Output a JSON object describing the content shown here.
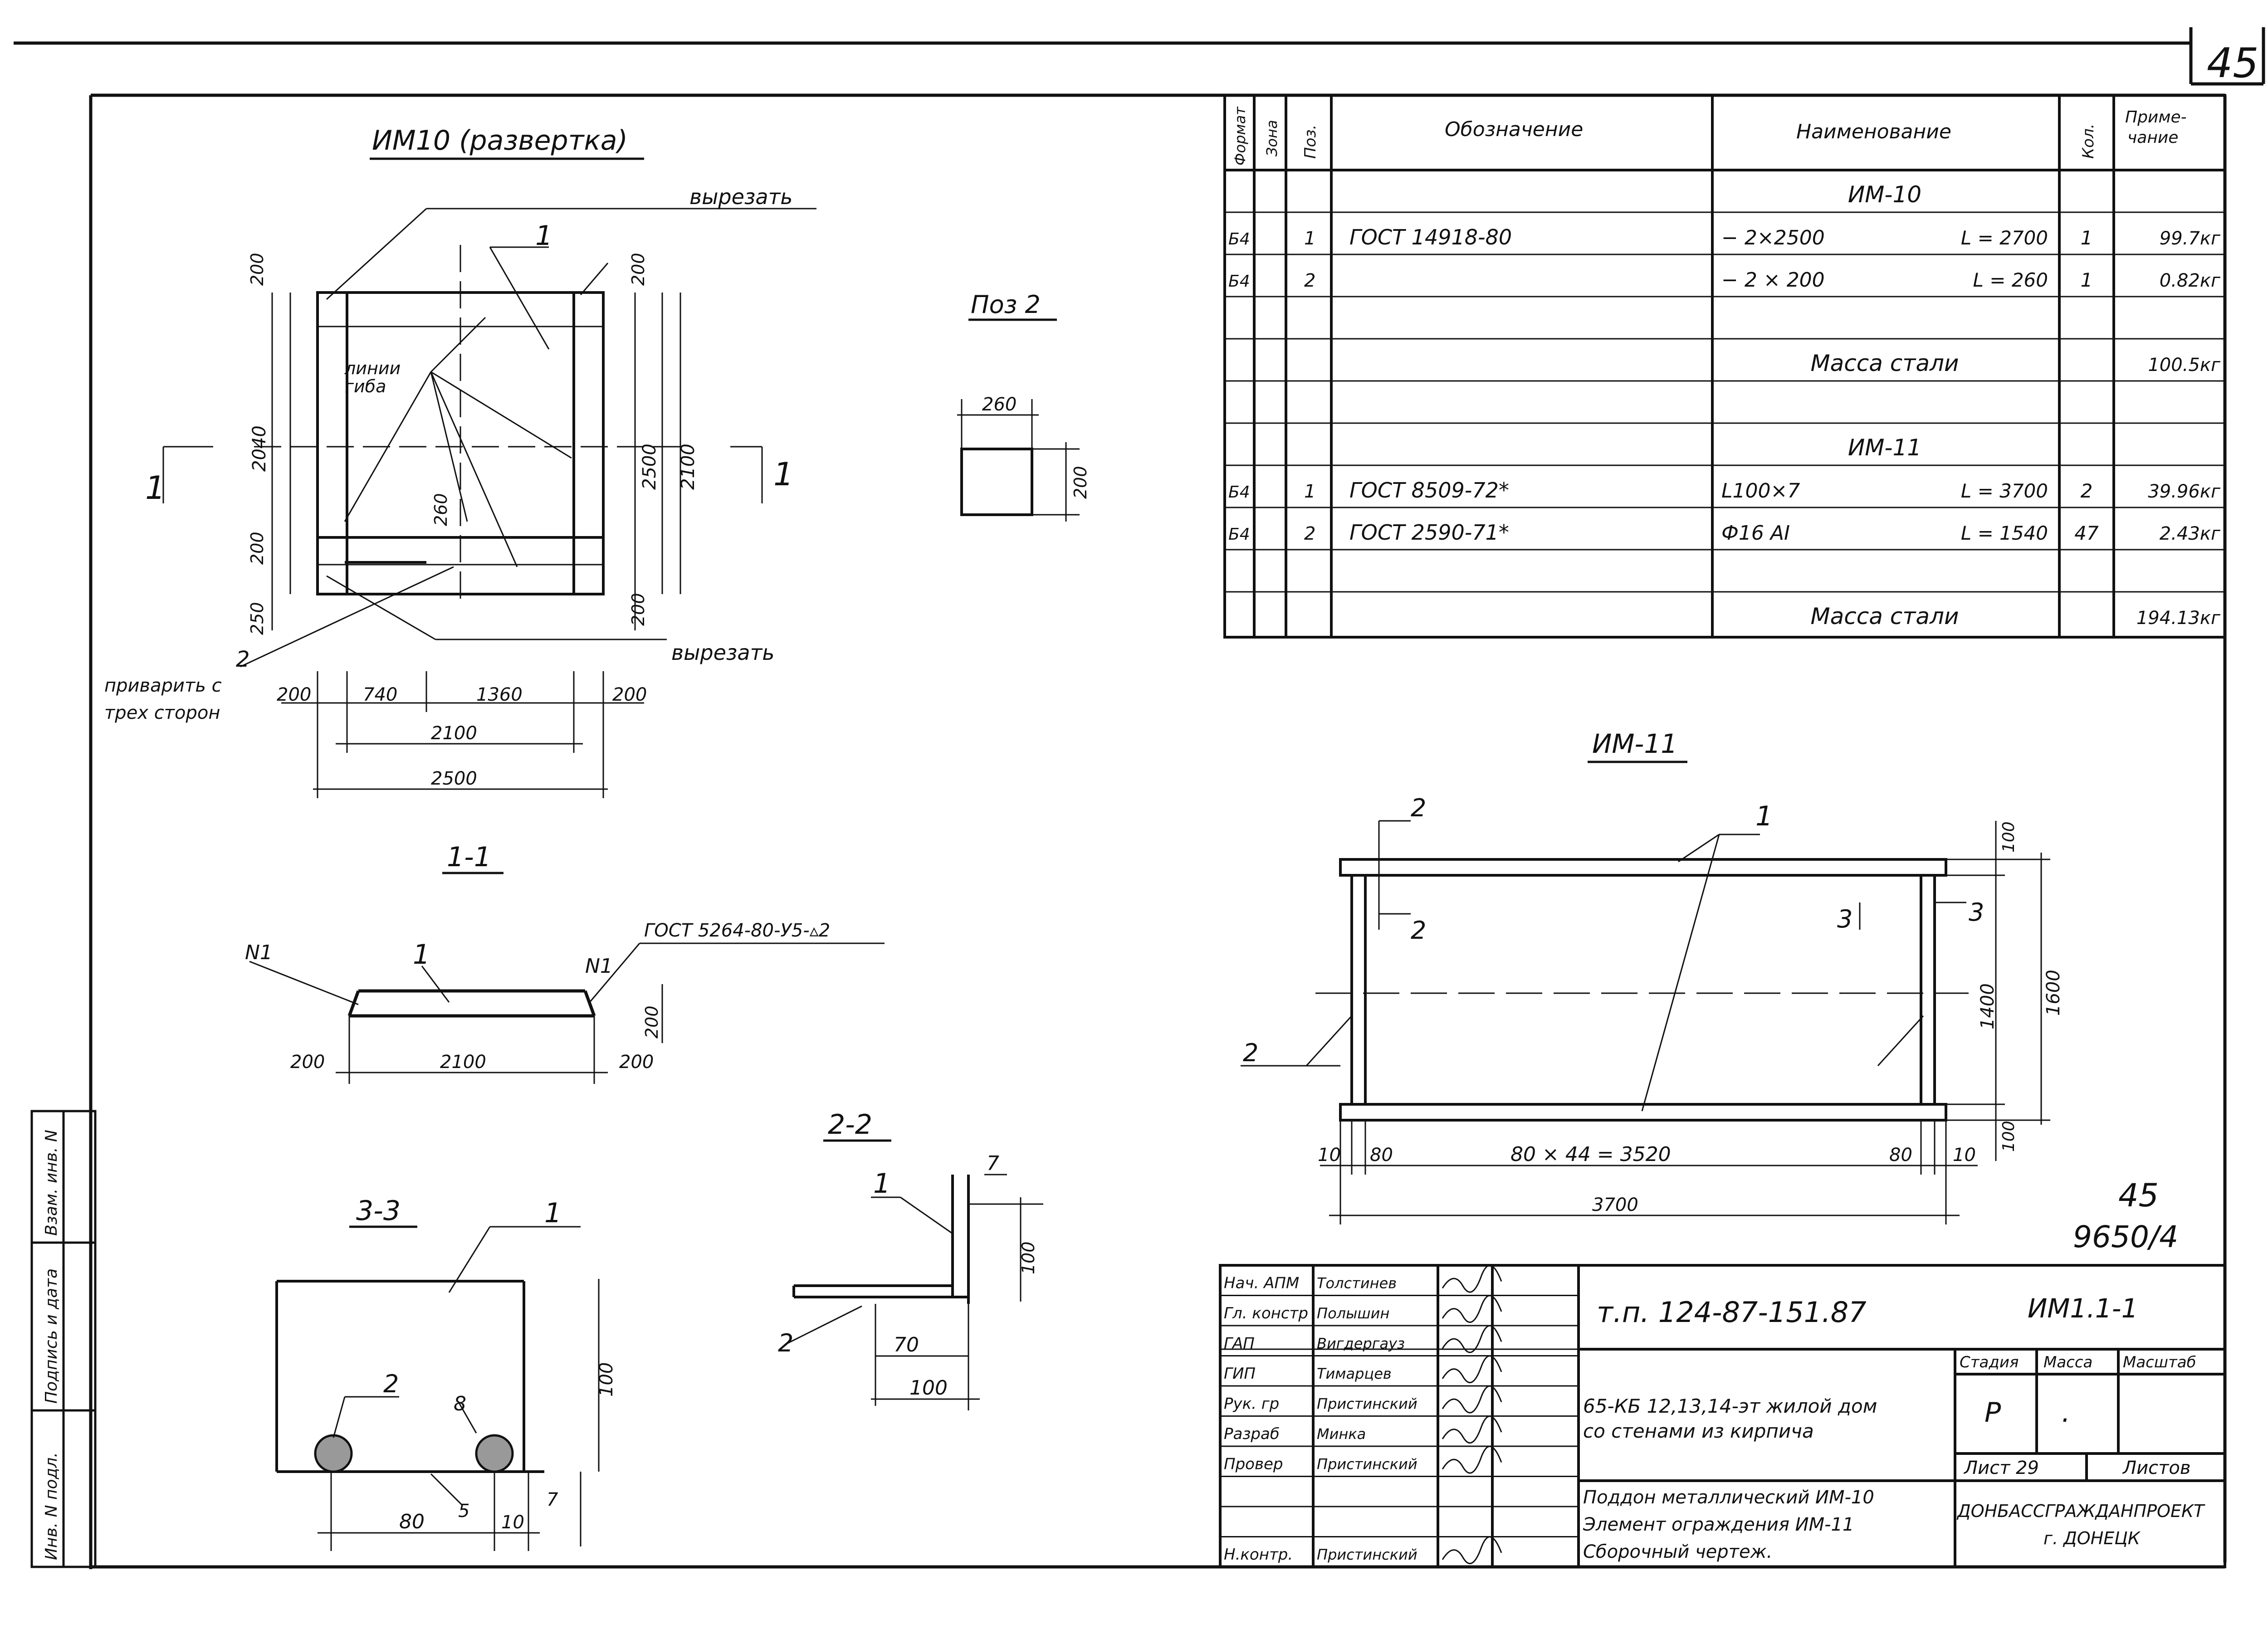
{
  "sheet": {
    "corner_number": "45",
    "stamp_number": "45",
    "stamp_code": "9650/4"
  },
  "im10": {
    "title": "ИМ10 (развертка)",
    "cut_top": "вырезать",
    "cut_bottom": "вырезать",
    "bend_lines": "линии\nгиба",
    "weld_note_1": "приварить с",
    "weld_note_2": "трех сторон",
    "dims_h": [
      "200",
      "740",
      "1360",
      "200",
      "2100",
      "2500"
    ],
    "dims_v_left": [
      "200",
      "2040",
      "200",
      "250"
    ],
    "dims_v_right": [
      "200",
      "2500",
      "2100",
      "200"
    ],
    "dim_260": "260",
    "pos1": "1",
    "pos2": "2",
    "section_mark": "1"
  },
  "pos2_view": {
    "title": "Поз 2",
    "width": "260",
    "height": "200"
  },
  "section_1_1": {
    "title": "1-1",
    "gost": "ГОСТ 5264-80-У5-▵2",
    "n1_left": "N1",
    "n1_right": "N1",
    "pos": "1",
    "dims": [
      "200",
      "2100",
      "200",
      "200"
    ]
  },
  "section_2_2": {
    "title": "2-2",
    "pos1": "1",
    "pos2": "2",
    "dims": [
      "7",
      "100",
      "70",
      "100"
    ]
  },
  "section_3_3": {
    "title": "3-3",
    "pos1": "1",
    "pos2": "2",
    "dims": [
      "8",
      "100",
      "80",
      "10",
      "5",
      "7"
    ]
  },
  "im11_view": {
    "title": "ИМ-11",
    "pos1": "1",
    "pos2": "2",
    "sec2": "2",
    "sec3": "3",
    "dims": [
      "10",
      "80",
      "80 × 44 = 3520",
      "80",
      "10",
      "3700",
      "100",
      "1400",
      "1600",
      "100"
    ]
  },
  "spec": {
    "headers": {
      "format": "Формат",
      "zone": "Зона",
      "pos": "Поз.",
      "designation": "Обозначение",
      "name": "Наименование",
      "qty": "Кол.",
      "note": "Приме-\nчание"
    },
    "rows": [
      {
        "format": "",
        "pos": "",
        "designation": "",
        "name": "ИМ-10",
        "len": "",
        "qty": "",
        "note": "",
        "kind": "group"
      },
      {
        "format": "Б4",
        "pos": "1",
        "designation": "ГОСТ 14918-80",
        "name": "− 2×2500",
        "len": "L = 2700",
        "qty": "1",
        "note": "99.7кг",
        "kind": "item"
      },
      {
        "format": "Б4",
        "pos": "2",
        "designation": "",
        "name": "− 2 × 200",
        "len": "L = 260",
        "qty": "1",
        "note": "0.82кг",
        "kind": "item"
      },
      {
        "format": "",
        "pos": "",
        "designation": "",
        "name": "",
        "len": "",
        "qty": "",
        "note": "",
        "kind": "blank"
      },
      {
        "format": "",
        "pos": "",
        "designation": "",
        "name": "Масса стали",
        "len": "",
        "qty": "",
        "note": "100.5кг",
        "kind": "mass"
      },
      {
        "format": "",
        "pos": "",
        "designation": "",
        "name": "",
        "len": "",
        "qty": "",
        "note": "",
        "kind": "blank"
      },
      {
        "format": "",
        "pos": "",
        "designation": "",
        "name": "ИМ-11",
        "len": "",
        "qty": "",
        "note": "",
        "kind": "group"
      },
      {
        "format": "Б4",
        "pos": "1",
        "designation": "ГОСТ 8509-72*",
        "name": "L100×7",
        "len": "L = 3700",
        "qty": "2",
        "note": "39.96кг",
        "kind": "item"
      },
      {
        "format": "Б4",
        "pos": "2",
        "designation": "ГОСТ 2590-71*",
        "name": "Ф16 АI",
        "len": "L = 1540",
        "qty": "47",
        "note": "2.43кг",
        "kind": "item"
      },
      {
        "format": "",
        "pos": "",
        "designation": "",
        "name": "",
        "len": "",
        "qty": "",
        "note": "",
        "kind": "blank"
      },
      {
        "format": "",
        "pos": "",
        "designation": "",
        "name": "Масса стали",
        "len": "",
        "qty": "",
        "note": "194.13кг",
        "kind": "mass"
      }
    ]
  },
  "title_block": {
    "roles": [
      {
        "role": "Нач. АПМ",
        "name": "Толстинев"
      },
      {
        "role": "Гл. констр",
        "name": "Полышин"
      },
      {
        "role": "ГАП",
        "name": "Вигдергауз"
      },
      {
        "role": "ГИП",
        "name": "Тимарцев"
      },
      {
        "role": "Рук. гр",
        "name": "Пристинский"
      },
      {
        "role": "Разраб",
        "name": "Минка"
      },
      {
        "role": "Провер",
        "name": "Пристинский"
      },
      {
        "role": "",
        "name": ""
      },
      {
        "role": "",
        "name": ""
      },
      {
        "role": "Н.контр.",
        "name": "Пристинский"
      }
    ],
    "doc_code": "т.п. 124-87-151.87",
    "mark": "ИМ1.1-1",
    "object_1": "65-КБ 12,13,14-эт жилой дом",
    "object_2": "со стенами из кирпича",
    "stage_label": "Стадия",
    "mass_label": "Масса",
    "scale_label": "Масштаб",
    "stage": "Р",
    "mass": ".",
    "sheet_label": "Лист 29",
    "sheets_label": "Листов",
    "desc_1": "Поддон металлический ИМ-10",
    "desc_2": "Элемент ограждения ИМ-11",
    "desc_3": "Сборочный чертеж.",
    "org_1": "ДОНБАССГРАЖДАНПРОЕКТ",
    "org_2": "г. ДОНЕЦК"
  },
  "margin_stamp": {
    "c1": "Инв. N подл.",
    "c2": "Подпись и дата",
    "c3": "Взам. инв. N"
  }
}
